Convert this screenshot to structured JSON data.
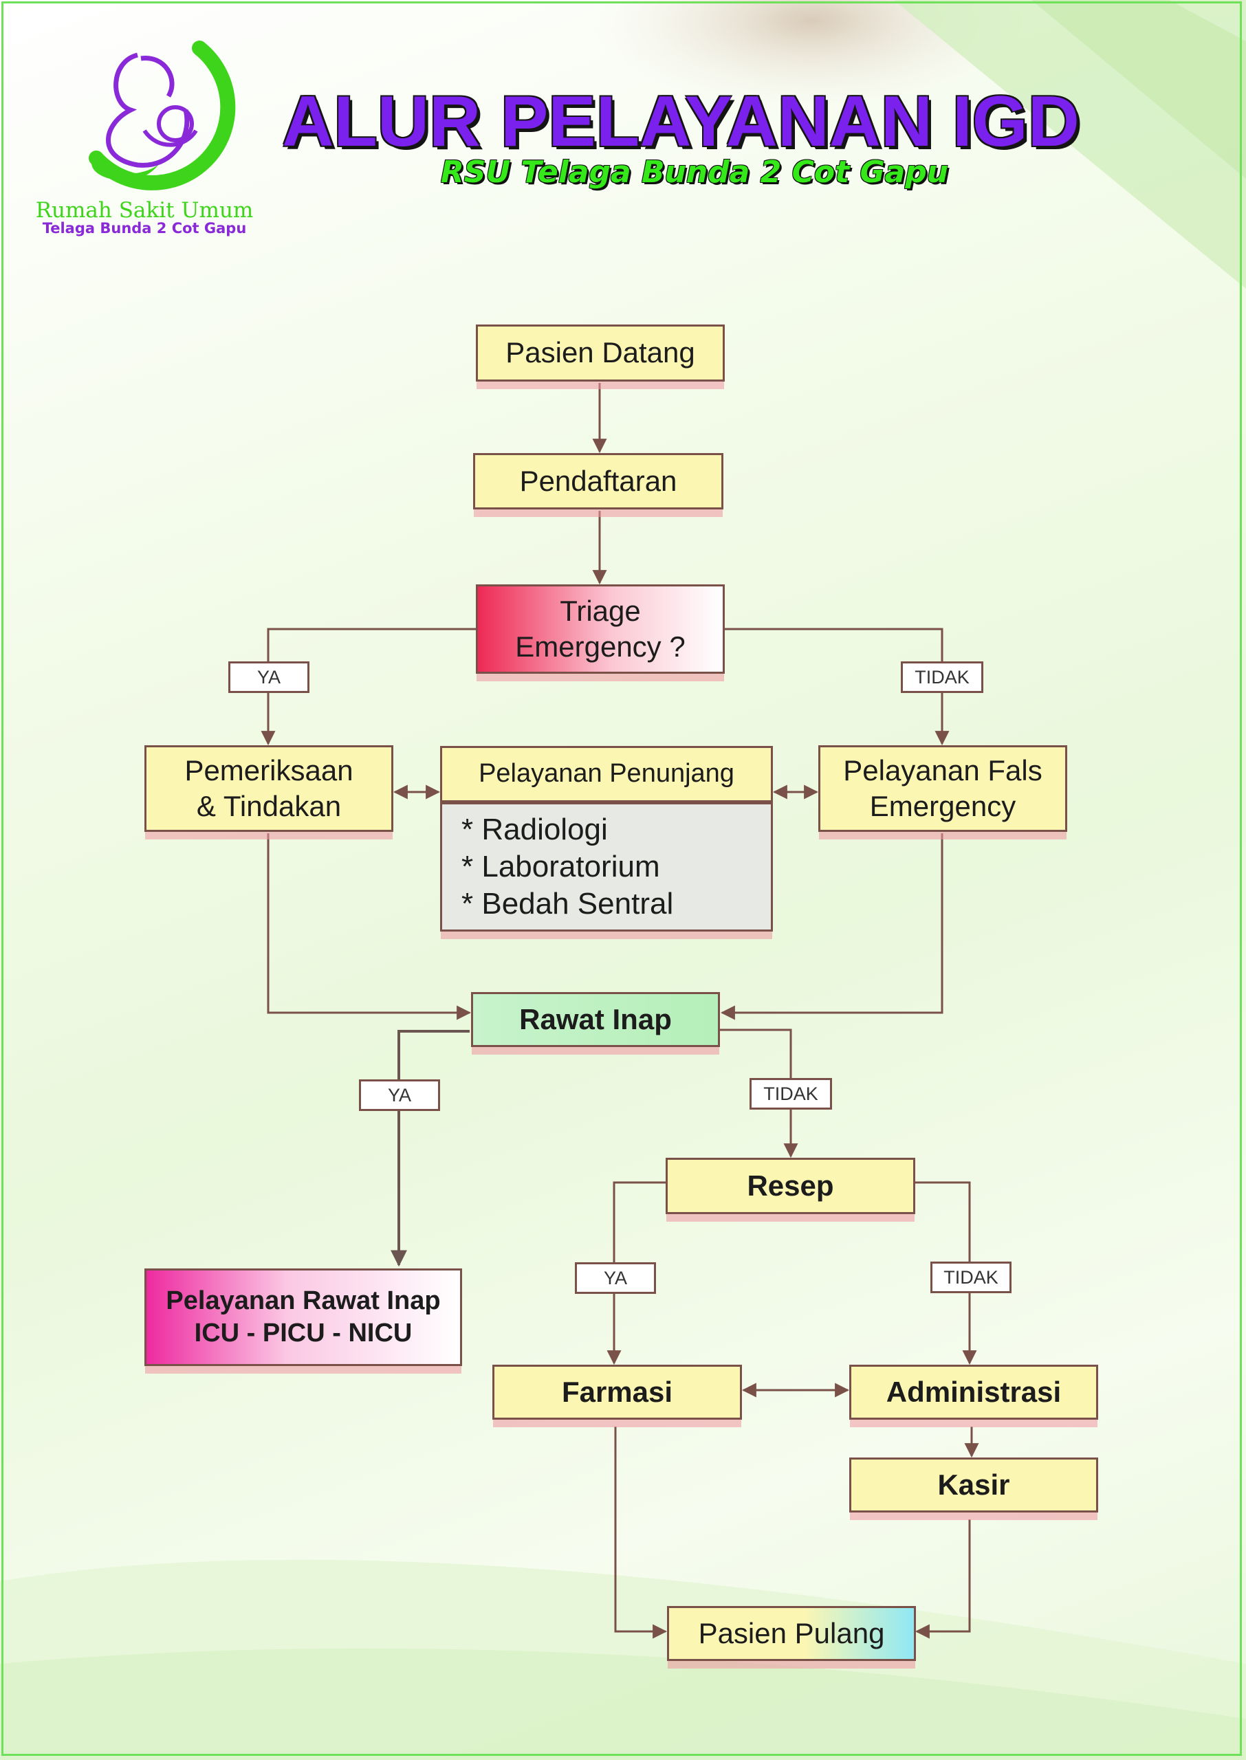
{
  "header": {
    "title": "ALUR PELAYANAN IGD",
    "subtitle": "RSU Telaga Bunda 2 Cot Gapu"
  },
  "logo": {
    "line1": "Rumah Sakit Umum",
    "line2": "Telaga Bunda 2 Cot Gapu",
    "colors": {
      "green": "#3fd41c",
      "purple": "#8a29d8"
    }
  },
  "nodes": {
    "pasien_datang": "Pasien Datang",
    "pendaftaran": "Pendaftaran",
    "triage": "Triage\nEmergency ?",
    "pemeriksaan": "Pemeriksaan\n& Tindakan",
    "penunjang_title": "Pelayanan Penunjang",
    "penunjang_items": [
      "* Radiologi",
      "* Laboratorium",
      "* Bedah Sentral"
    ],
    "fals_emergency": "Pelayanan Fals\nEmergency",
    "rawat_inap": "Rawat Inap",
    "pelayanan_rawat_inap": "Pelayanan Rawat Inap\nICU - PICU - NICU",
    "resep": "Resep",
    "farmasi": "Farmasi",
    "administrasi": "Administrasi",
    "kasir": "Kasir",
    "pasien_pulang": "Pasien Pulang"
  },
  "labels": {
    "triage_ya": "YA",
    "triage_tidak": "TIDAK",
    "rawat_ya": "YA",
    "rawat_tidak": "TIDAK",
    "resep_ya": "YA",
    "resep_tidak": "TIDAK"
  },
  "colors": {
    "box_fill": "#fcf6b3",
    "border": "#7a5148",
    "title": "#7a21ee",
    "subtitle": "#34e81a",
    "triage_gradient": "#ee2a55",
    "rawat_inap_fill": "#c8f3cc",
    "icu_gradient": "#ee2aa0",
    "pulang_gradient": "#8fe8f4"
  }
}
